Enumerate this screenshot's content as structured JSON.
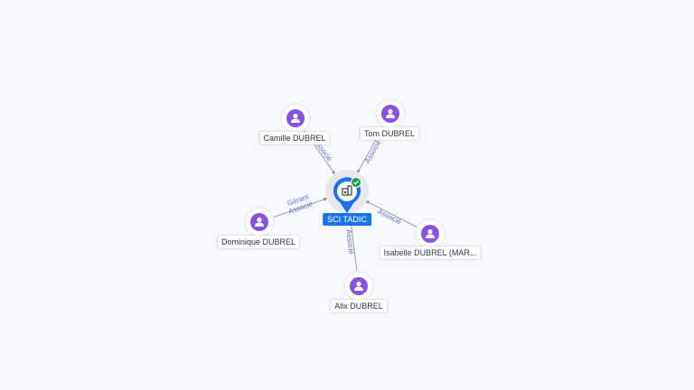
{
  "colors": {
    "edge": "#8a8a9a",
    "edge_label": "#6b6bd6",
    "person_node": "#8a52e0",
    "company_node": "#1a73e8",
    "check_badge": "#1e9e4a"
  },
  "company": {
    "name": "SCI TADIC",
    "icon": "building-icon",
    "badge_icon": "check-icon"
  },
  "people": [
    {
      "id": "camille",
      "name": "Camille DUBREL",
      "icon": "person-icon",
      "relations": [
        "Associé"
      ]
    },
    {
      "id": "tom",
      "name": "Tom DUBREL",
      "icon": "person-icon",
      "relations": [
        "Associé"
      ]
    },
    {
      "id": "dominique",
      "name": "Dominique DUBREL",
      "icon": "person-icon",
      "relations": [
        "Gérant",
        "Associé"
      ]
    },
    {
      "id": "isabelle",
      "name": "Isabelle DUBREL (MAR...",
      "icon": "person-icon",
      "relations": [
        "Associé"
      ]
    },
    {
      "id": "alix",
      "name": "Alix DUBREL",
      "icon": "person-icon",
      "relations": [
        "Associé"
      ]
    }
  ]
}
